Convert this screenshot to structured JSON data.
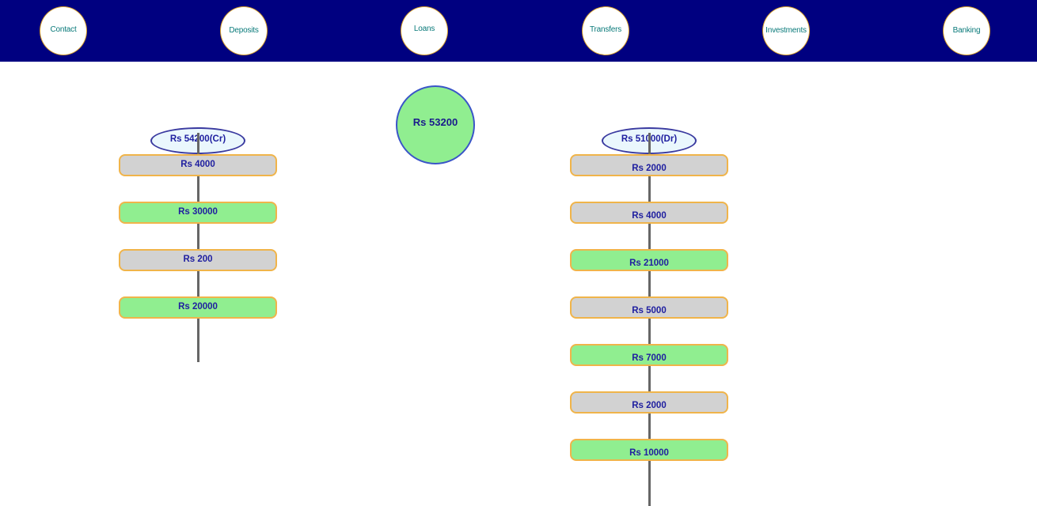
{
  "nav": {
    "background_color": "#000080",
    "items": [
      {
        "label": "Contact",
        "icon": "circle-nav-icon"
      },
      {
        "label": "Deposits",
        "icon": "circle-nav-icon"
      },
      {
        "label": "Loans",
        "icon": "circle-nav-icon"
      },
      {
        "label": "Transfers",
        "icon": "circle-nav-icon"
      },
      {
        "label": "Investments",
        "icon": "circle-nav-icon"
      },
      {
        "label": "Banking",
        "icon": "circle-nav-icon"
      }
    ]
  },
  "diagram": {
    "center_node": {
      "label": "Rs 53200",
      "shape": "circle",
      "fill_color": "#90ee90",
      "border_color": "#3a55c8"
    },
    "left_column": {
      "header": {
        "label": "Rs 54200(Cr)",
        "shape": "ellipse",
        "fill_color": "#eaf7fd",
        "border_color": "#3a3aa0"
      },
      "nodes": [
        {
          "label": "Rs 4000",
          "fill": "gray"
        },
        {
          "label": "Rs 30000",
          "fill": "green"
        },
        {
          "label": "Rs 200",
          "fill": "gray"
        },
        {
          "label": "Rs 20000",
          "fill": "green"
        }
      ]
    },
    "right_column": {
      "header": {
        "label": "Rs 51000(Dr)",
        "shape": "ellipse",
        "fill_color": "#eaf7fd",
        "border_color": "#3a3aa0"
      },
      "nodes": [
        {
          "label": "Rs 2000",
          "fill": "gray"
        },
        {
          "label": "Rs 4000",
          "fill": "gray"
        },
        {
          "label": "Rs 21000",
          "fill": "green"
        },
        {
          "label": "Rs 5000",
          "fill": "gray"
        },
        {
          "label": "Rs 7000",
          "fill": "green"
        },
        {
          "label": "Rs 2000",
          "fill": "gray"
        },
        {
          "label": "Rs 10000",
          "fill": "green"
        }
      ]
    },
    "colors": {
      "box_gray": "#d2d2d2",
      "box_green": "#90ee90",
      "box_border": "#f0b44a",
      "text": "#2020a0",
      "connector": "#666666"
    }
  }
}
